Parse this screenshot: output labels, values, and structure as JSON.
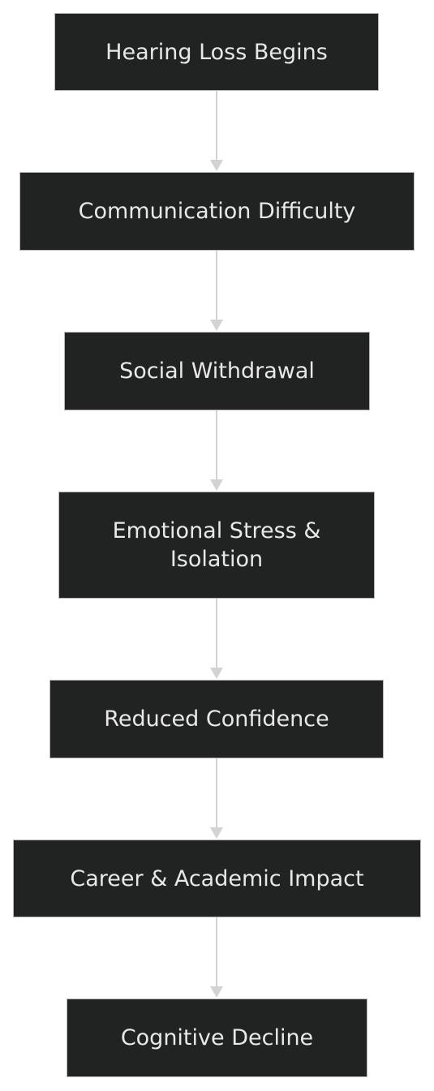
{
  "diagram": {
    "type": "flowchart",
    "direction": "top-to-bottom",
    "colors": {
      "node_fill": "#212322",
      "node_border": "#b8b8b8",
      "node_text": "#e8e8e8",
      "edge": "#d3d3d3",
      "background": "#ffffff"
    },
    "nodes": [
      {
        "id": "n1",
        "label": "Hearing Loss Begins"
      },
      {
        "id": "n2",
        "label": "Communication Difficulty"
      },
      {
        "id": "n3",
        "label": "Social Withdrawal"
      },
      {
        "id": "n4",
        "label": "Emotional Stress & Isolation"
      },
      {
        "id": "n5",
        "label": "Reduced Confidence"
      },
      {
        "id": "n6",
        "label": "Career & Academic Impact"
      },
      {
        "id": "n7",
        "label": "Cognitive Decline"
      }
    ],
    "edges": [
      {
        "from": "n1",
        "to": "n2"
      },
      {
        "from": "n2",
        "to": "n3"
      },
      {
        "from": "n3",
        "to": "n4"
      },
      {
        "from": "n4",
        "to": "n5"
      },
      {
        "from": "n5",
        "to": "n6"
      },
      {
        "from": "n6",
        "to": "n7"
      }
    ]
  }
}
